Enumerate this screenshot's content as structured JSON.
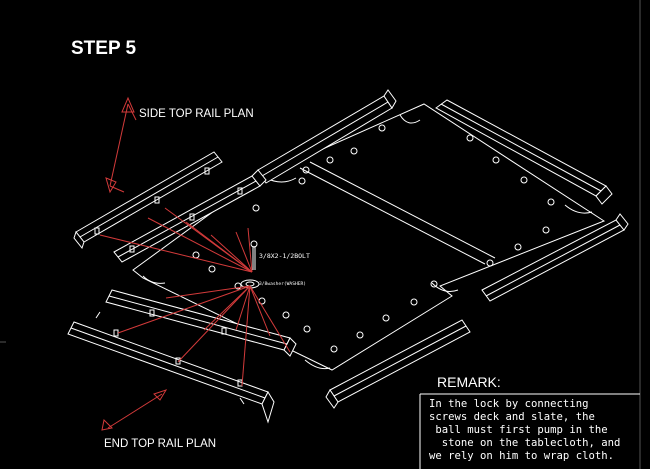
{
  "drawing": {
    "step_title": "STEP 5",
    "side_rail_label": "SIDE TOP RAIL PLAN",
    "end_rail_label": "END TOP RAIL PLAN",
    "bolt_label": "3/8X2-1/2BOLT",
    "washer_label": "3/8washer(WASHER)"
  },
  "remark": {
    "title": "REMARK:",
    "lines": [
      "In the lock by connecting",
      "screws deck and slate, the",
      " ball must first pump in the",
      "  stone on the tablecloth, and",
      "we rely on him to wrap cloth."
    ]
  },
  "colors": {
    "background": "#000000",
    "line_work": "#ffffff",
    "leader_lines": "#d23a3a"
  }
}
